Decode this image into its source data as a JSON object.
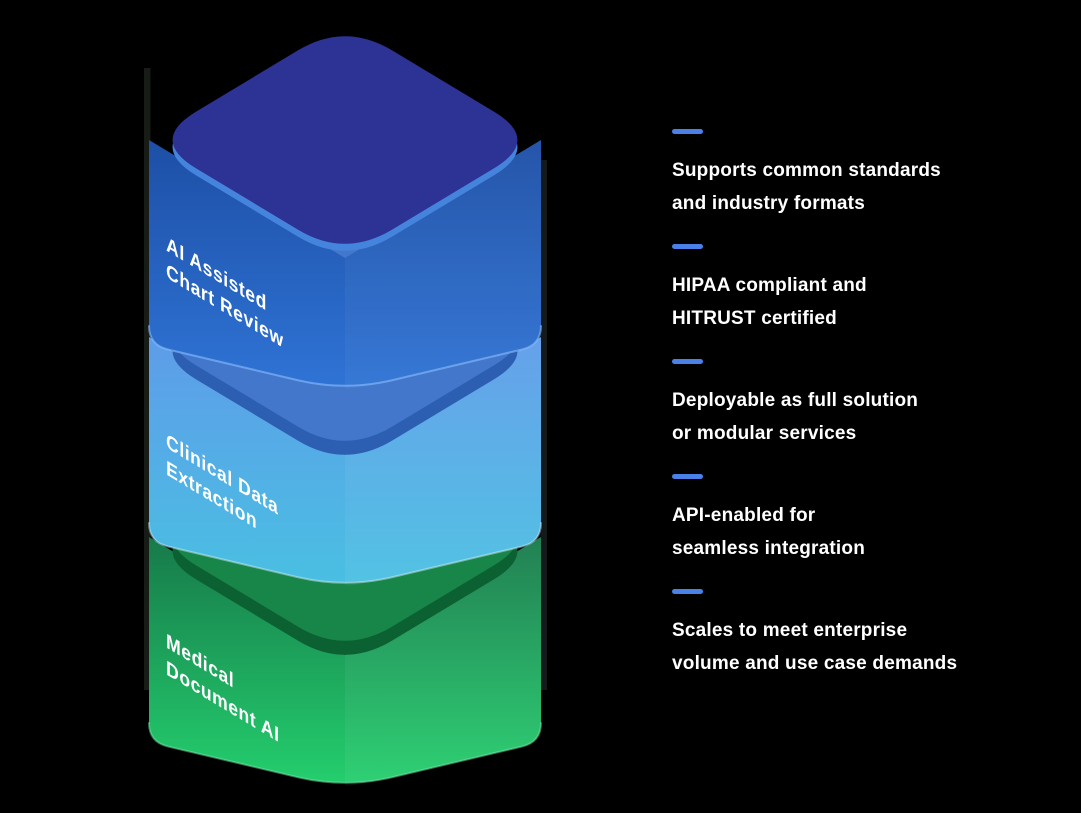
{
  "page": {
    "background": "#000000"
  },
  "stack": {
    "layers": [
      {
        "name": "AI Assisted Chart Review",
        "label_line1": "AI Assisted",
        "label_line2": "Chart Review",
        "top_color": "#2d3295",
        "band_color": "#4584dc",
        "face_gradient_top": "#1d4fa6",
        "face_gradient_bottom": "#2f74d6",
        "edge_highlight": "rgba(140,190,255,0.6)"
      },
      {
        "name": "Clinical Data Extraction",
        "label_line1": "Clinical Data",
        "label_line2": "Extraction",
        "top_color": "#4377cb",
        "band_color": "#2c5fb2",
        "face_gradient_top": "#5e9ce9",
        "face_gradient_bottom": "#49c0e2",
        "edge_highlight": "rgba(220,245,255,0.45)"
      },
      {
        "name": "Medical Document AI",
        "label_line1": "Medical",
        "label_line2": "Document AI",
        "top_color": "#188549",
        "band_color": "#0c6132",
        "face_gradient_top": "#17794a",
        "face_gradient_bottom": "#24d06e",
        "edge_highlight": "rgba(120,235,170,0.5)"
      }
    ]
  },
  "features": {
    "accent_color": "#4a81e8",
    "items": [
      {
        "line1": "Supports common standards",
        "line2": "and industry formats"
      },
      {
        "line1": "HIPAA compliant and",
        "line2": "HITRUST certified"
      },
      {
        "line1": "Deployable as full solution",
        "line2": "or modular services"
      },
      {
        "line1": "API-enabled for",
        "line2": "seamless integration"
      },
      {
        "line1": "Scales to meet enterprise",
        "line2": "volume and use case demands"
      }
    ]
  }
}
